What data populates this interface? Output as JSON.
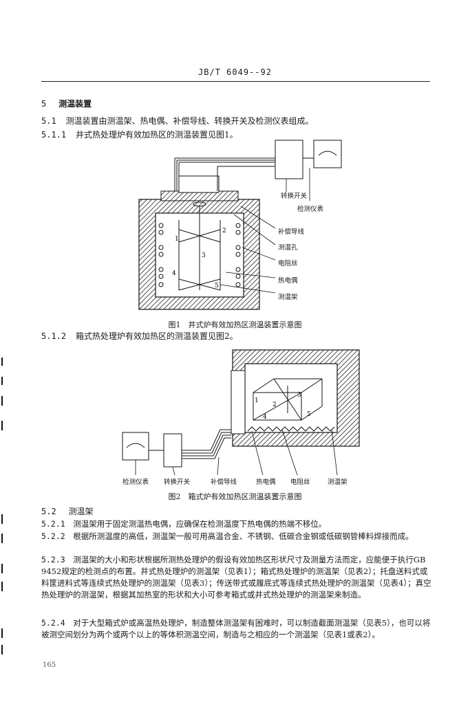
{
  "header": {
    "standard_code": "JB/T 6049--92"
  },
  "section5": {
    "num": "5",
    "title": "测温装置"
  },
  "p5_1": {
    "num": "5.1",
    "text": "测温装置由测温架、热电偶、补偿导线、转换开关及检测仪表组成。"
  },
  "p5_1_1": {
    "num": "5.1.1",
    "text": "井式热处理炉有效加热区的测温装置见图1。"
  },
  "fig1": {
    "labels": {
      "switch": "转换开关",
      "instrument": "检测仪表",
      "comp_wire": "补偿导线",
      "hole": "测温孔",
      "resistance_wire": "电阻丝",
      "thermocouple": "热电偶",
      "rack": "测温架"
    },
    "points": [
      "1",
      "2",
      "3",
      "4",
      "5"
    ],
    "caption": "图1　井式炉有效加热区测温装置示意图"
  },
  "p5_1_2": {
    "num": "5.1.2",
    "text": "箱式热处理炉有效加热区的测温装置见图2。"
  },
  "fig2": {
    "labels": {
      "instrument": "检测仪表",
      "switch": "转换开关",
      "comp_wire": "补偿导线",
      "thermocouple": "热电偶",
      "resistance_wire": "电阻丝",
      "rack": "测温架"
    },
    "points": [
      "1",
      "2",
      "3",
      "4",
      "5"
    ],
    "caption": "图2　箱式炉有效加热区测温装置示意图"
  },
  "p5_2": {
    "num": "5.2",
    "title": "测温架"
  },
  "p5_2_1": {
    "num": "5.2.1",
    "text": "测温架用于固定测温热电偶，应确保在检测温度下热电偶的热端不移位。"
  },
  "p5_2_2": {
    "num": "5.2.2",
    "text": "根据所测温度的高低，测温架一般可用高温合金、不锈钢、低碳合金钢或低碳钢管棒料焊接而成。"
  },
  "p5_2_3": {
    "num": "5.2.3",
    "text": "测温架的大小和形状根据所测热处理炉的假设有效加热区形状尺寸及测量方法而定，应能便于执行GB 9452规定的检测点的布置。井式热处理炉的测温架（见表1）；箱式热处理炉的测温架（见表2）；托盘送料式或料筐进料式等连续式热处理炉的测温架（见表3）；传送带式或履底式等连续式热处理炉的测温架（见表4）；真空热处理炉的测温架，根据其加热室的形状和大小可参考箱式或井式热处理炉的测温架来制造。"
  },
  "p5_2_4": {
    "num": "5.2.4",
    "text": "对于大型箱式炉或高温热处理炉，制造整体测温架有困难时，可以制造截面测温架（见表5），也可以将被测空间划分为两个或两个以上的等体积测温空间，制造与之相应的一个测温架（见表1或表2）。"
  },
  "footer": {
    "page_number": "165"
  }
}
